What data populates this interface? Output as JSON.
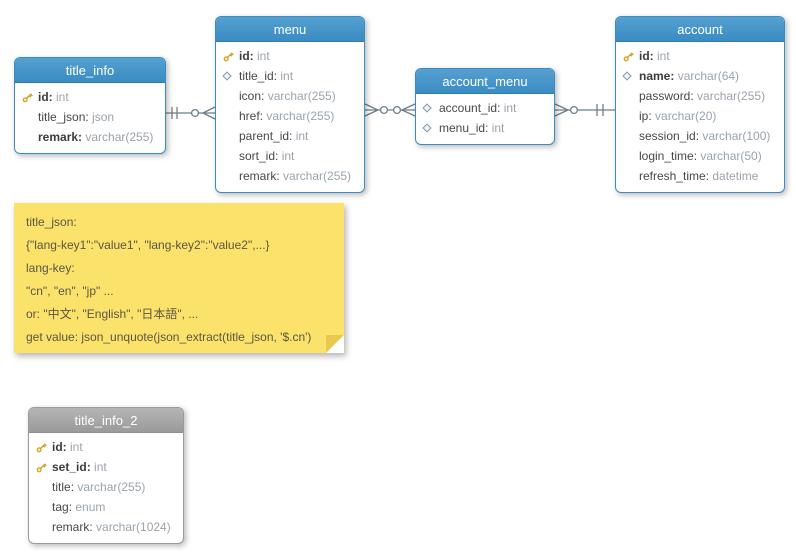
{
  "colors": {
    "table_header_blue": "#3a8cc3",
    "table_header_gray": "#9a9a9a",
    "note_yellow": "#fbe26a",
    "connector_gray": "#6e7e8a",
    "key_icon_gold": "#c9981f",
    "field_type_gray": "#9aa3ab"
  },
  "tables": {
    "title_info": {
      "title": "title_info",
      "fields": [
        {
          "icon": "key",
          "name": "id",
          "type": "int"
        },
        {
          "icon": null,
          "name": "title_json",
          "type": "json"
        },
        {
          "icon": null,
          "name": "remark",
          "type": "varchar(255)"
        }
      ]
    },
    "menu": {
      "title": "menu",
      "fields": [
        {
          "icon": "key",
          "name": "id",
          "type": "int"
        },
        {
          "icon": "diamond",
          "name": "title_id",
          "type": "int"
        },
        {
          "icon": null,
          "name": "icon",
          "type": "varchar(255)"
        },
        {
          "icon": null,
          "name": "href",
          "type": "varchar(255)"
        },
        {
          "icon": null,
          "name": "parent_id",
          "type": "int"
        },
        {
          "icon": null,
          "name": "sort_id",
          "type": "int"
        },
        {
          "icon": null,
          "name": "remark",
          "type": "varchar(255)"
        }
      ]
    },
    "account_menu": {
      "title": "account_menu",
      "fields": [
        {
          "icon": "diamond",
          "name": "account_id",
          "type": "int"
        },
        {
          "icon": "diamond",
          "name": "menu_id",
          "type": "int"
        }
      ]
    },
    "account": {
      "title": "account",
      "fields": [
        {
          "icon": "key",
          "name": "id",
          "type": "int"
        },
        {
          "icon": "diamond",
          "name": "name",
          "type": "varchar(64)"
        },
        {
          "icon": null,
          "name": "password",
          "type": "varchar(255)"
        },
        {
          "icon": null,
          "name": "ip",
          "type": "varchar(20)"
        },
        {
          "icon": null,
          "name": "session_id",
          "type": "varchar(100)"
        },
        {
          "icon": null,
          "name": "login_time",
          "type": "varchar(50)"
        },
        {
          "icon": null,
          "name": "refresh_time",
          "type": "datetime"
        }
      ]
    },
    "title_info_2": {
      "title": "title_info_2",
      "fields": [
        {
          "icon": "key",
          "name": "id",
          "type": "int"
        },
        {
          "icon": "key",
          "name": "set_id",
          "type": "int"
        },
        {
          "icon": null,
          "name": "title",
          "type": "varchar(255)"
        },
        {
          "icon": null,
          "name": "tag",
          "type": "enum"
        },
        {
          "icon": null,
          "name": "remark",
          "type": "varchar(1024)"
        }
      ]
    }
  },
  "note": {
    "lines": [
      "title_json:",
      "{\"lang-key1\":\"value1\", \"lang-key2\":\"value2\",...}",
      "lang-key:",
      "\"cn\", \"en\", \"jp\" ...",
      "or: \"中文\", \"English\", \"日本語\", ...",
      "get value: json_unquote(json_extract(title_json, '$.cn')"
    ]
  },
  "relationships": [
    {
      "from": "title_info",
      "to": "menu",
      "from_end": "one",
      "to_end": "zero-or-many"
    },
    {
      "from": "menu",
      "to": "account_menu",
      "from_end": "zero-or-many",
      "to_end": "zero-or-many"
    },
    {
      "from": "account_menu",
      "to": "account",
      "from_end": "zero-or-many",
      "to_end": "one"
    }
  ]
}
